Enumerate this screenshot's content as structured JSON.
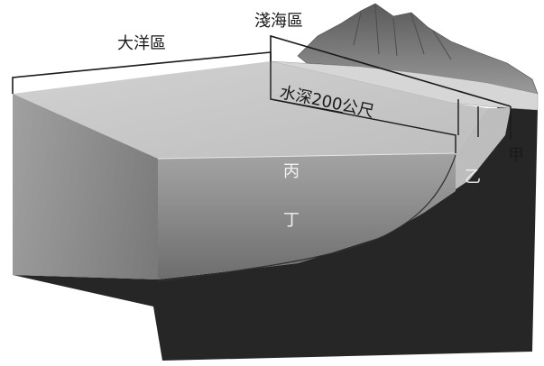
{
  "labels": {
    "ocean_zone": "大洋區",
    "shallow_zone": "淺海區",
    "depth_note": "水深200公尺",
    "zone_a": "甲",
    "zone_b": "乙",
    "zone_c": "丙",
    "zone_d": "丁"
  },
  "colors": {
    "sea_top": "#c8c8c8",
    "sea_front": "#a9a9a9",
    "ground": "#262626",
    "mountain": "#7d7d7d",
    "beach": "#d6d6d6",
    "bracket": "#1a1a1a"
  }
}
